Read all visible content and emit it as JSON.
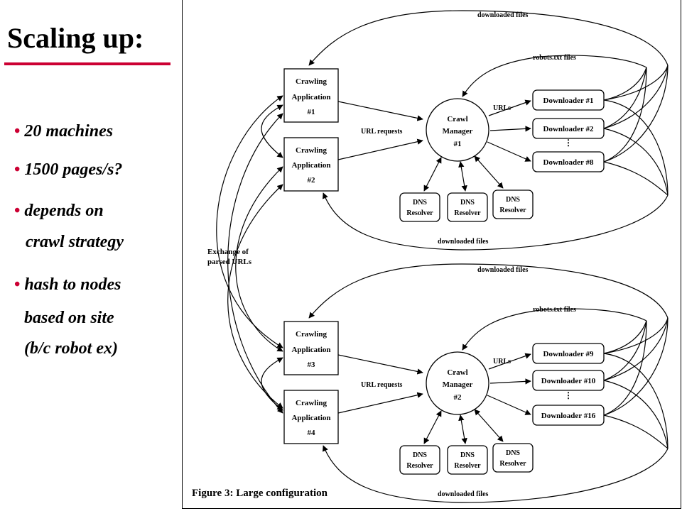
{
  "slide": {
    "title": "Scaling up:",
    "bullets": [
      {
        "text": "20 machines"
      },
      {
        "text": "1500 pages/s?"
      },
      {
        "text": "depends on",
        "cont": "crawl strategy"
      },
      {
        "text": "hash to nodes",
        "cont": "based on site",
        "cont2": "(b/c  robot ex)"
      }
    ],
    "bullet_char": "•",
    "accent_color": "#cc0033"
  },
  "figure": {
    "caption": "Figure 3: Large configuration",
    "exchange_label": [
      "Exchange of",
      "parsed URLs"
    ],
    "vertical_dots": "⋮",
    "clusters": [
      {
        "apps": [
          {
            "l1": "Crawling",
            "l2": "Application",
            "l3": "#1"
          },
          {
            "l1": "Crawling",
            "l2": "Application",
            "l3": "#2"
          }
        ],
        "manager": {
          "l1": "Crawl",
          "l2": "Manager",
          "l3": "#1"
        },
        "downloaders": [
          "Downloader #1",
          "Downloader #2",
          "Downloader #8"
        ],
        "dns": [
          "DNS",
          "Resolver"
        ],
        "labels": {
          "downloaded_top": "downloaded files",
          "robots": "robots.txt files",
          "urls": "URLs",
          "url_requests": "URL requests",
          "downloaded_bottom": "downloaded files"
        }
      },
      {
        "apps": [
          {
            "l1": "Crawling",
            "l2": "Application",
            "l3": "#3"
          },
          {
            "l1": "Crawling",
            "l2": "Application",
            "l3": "#4"
          }
        ],
        "manager": {
          "l1": "Crawl",
          "l2": "Manager",
          "l3": "#2"
        },
        "downloaders": [
          "Downloader #9",
          "Downloader #10",
          "Downloader #16"
        ],
        "dns": [
          "DNS",
          "Resolver"
        ],
        "labels": {
          "downloaded_top": "downloaded files",
          "robots": "robots.txt files",
          "urls": "URLs",
          "url_requests": "URL requests",
          "downloaded_bottom": "downloaded files"
        }
      }
    ]
  }
}
